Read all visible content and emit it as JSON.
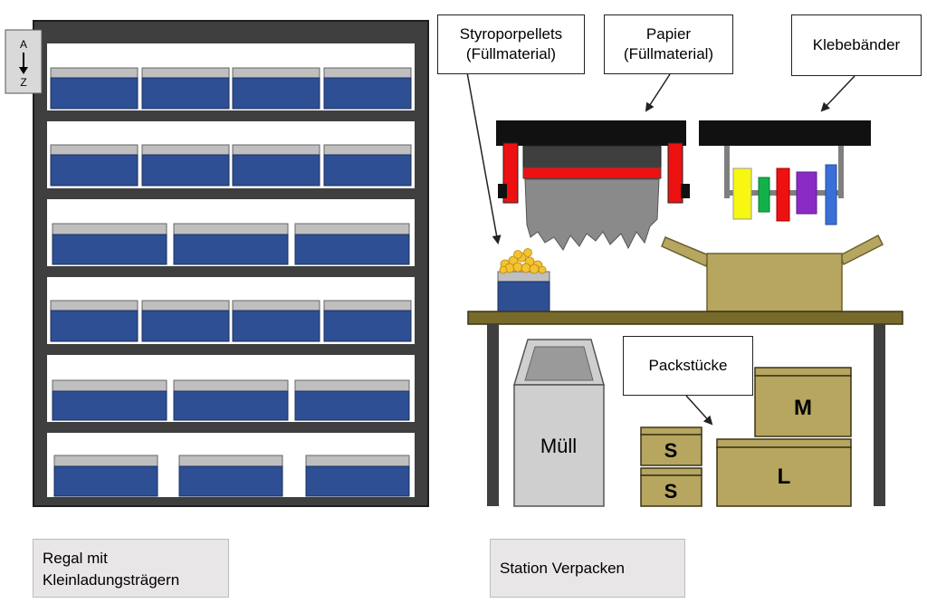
{
  "sort_tag": {
    "top": "A",
    "bottom": "Z"
  },
  "labels": {
    "styropor": [
      "Styroporpellets",
      "(Füllmaterial)"
    ],
    "papier": [
      "Papier",
      "(Füllmaterial)"
    ],
    "klebe": "Klebebänder",
    "packstuecke": "Packstücke",
    "muell": "Müll",
    "regal": [
      "Regal mit",
      "Kleinladungsträgern"
    ],
    "station": "Station Verpacken"
  },
  "boxes": {
    "s1": "S",
    "s2": "S",
    "m": "M",
    "l": "L"
  },
  "colors": {
    "bin_blue": "#2e4f93",
    "bin_lid": "#bfbfbf",
    "shelf": "#3f3f3f",
    "cardboard": "#b6a65f",
    "table_top": "#776a2b",
    "paper_red": "#ee1111",
    "paper_gray": "#8a8a8a",
    "tape_colors": [
      "#f7f711",
      "#12b24a",
      "#ee1111",
      "#8a2bc6",
      "#3a6fd8"
    ],
    "pellets": "#f5c330"
  }
}
